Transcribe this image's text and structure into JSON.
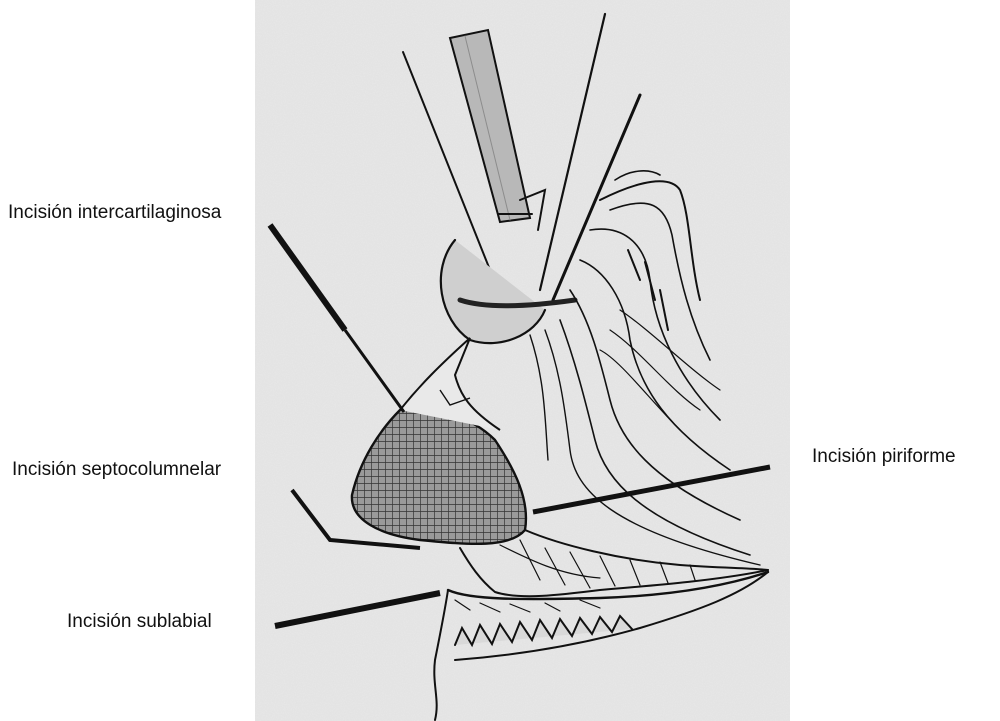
{
  "labels": {
    "intercartilaginosa": "Incisión intercartilaginosa",
    "septocolumnelar": "Incisión septocolumnelar",
    "piriforme": "Incisión piriforme",
    "sublabial": "Incisión sublabial"
  },
  "colors": {
    "ink": "#111111",
    "paper": "#ffffff",
    "plate": "#e9e9e9"
  }
}
